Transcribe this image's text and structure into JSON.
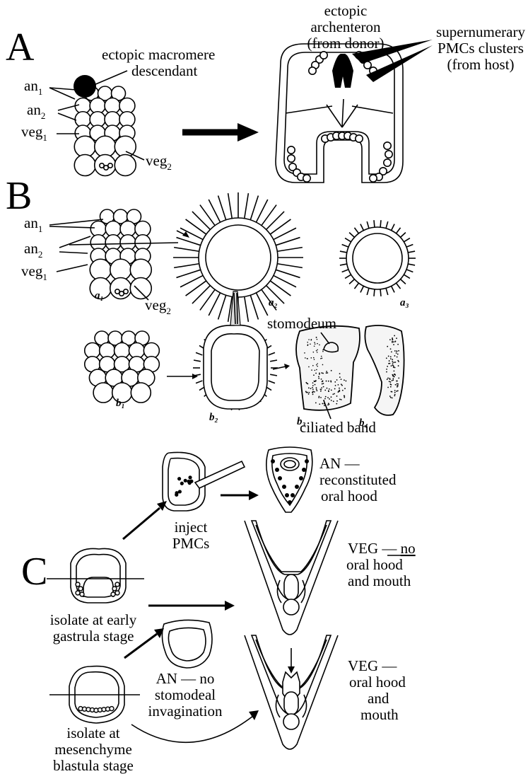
{
  "panels": {
    "a": "A",
    "b": "B",
    "c": "C"
  },
  "panel_a": {
    "macromere": [
      "ectopic macromere",
      "descendant"
    ],
    "an1": {
      "base": "an",
      "sub": "1"
    },
    "an2": {
      "base": "an",
      "sub": "2"
    },
    "veg1": {
      "base": "veg",
      "sub": "1"
    },
    "veg2": {
      "base": "veg",
      "sub": "2"
    },
    "archenteron": [
      "ectopic",
      "archenteron",
      "(from donor)"
    ],
    "pmcs": [
      "supernumerary",
      "PMCs clusters",
      "(from host)"
    ]
  },
  "panel_b": {
    "an1": {
      "base": "an",
      "sub": "1"
    },
    "an2": {
      "base": "an",
      "sub": "2"
    },
    "veg1": {
      "base": "veg",
      "sub": "1"
    },
    "veg2": {
      "base": "veg",
      "sub": "2"
    },
    "stage_labels": [
      "a₁",
      "a₂",
      "a₃",
      "b₁",
      "b₂",
      "b₃",
      "b₄"
    ],
    "stomodeum": "stomodeum",
    "ciliated_band": "ciliated band"
  },
  "panel_c": {
    "inject": [
      "inject",
      "PMCs"
    ],
    "an_oral": [
      "AN —",
      "reconstituted",
      "oral hood"
    ],
    "veg_no": {
      "prefix": "VEG — ",
      "underlined": "no",
      "rest": [
        "oral hood",
        "and mouth"
      ]
    },
    "isolate_gastrula": [
      "isolate at early",
      "gastrula stage"
    ],
    "an_no": [
      "AN — no",
      "stomodeal",
      "invagination"
    ],
    "isolate_blastula": [
      "isolate at",
      "mesenchyme",
      "blastula stage"
    ],
    "veg_oral": [
      "VEG —",
      "oral hood",
      "and",
      "mouth"
    ]
  }
}
